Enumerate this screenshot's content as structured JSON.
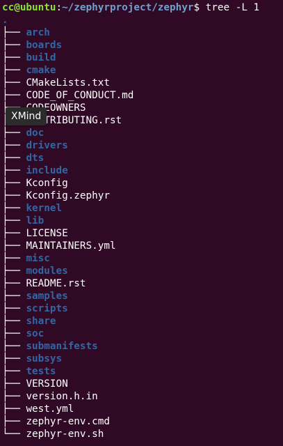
{
  "prompt": {
    "user_host": "cc@ubuntu",
    "sep": ":",
    "path": "~/zephyrproject/zephyr",
    "dollar": "$",
    "command": " tree -L 1"
  },
  "tree": {
    "root": ".",
    "branch_mid": "├── ",
    "branch_last": "└── ",
    "entries": [
      {
        "name": "arch",
        "type": "dir"
      },
      {
        "name": "boards",
        "type": "dir"
      },
      {
        "name": "build",
        "type": "dir"
      },
      {
        "name": "cmake",
        "type": "dir"
      },
      {
        "name": "CMakeLists.txt",
        "type": "file"
      },
      {
        "name": "CODE_OF_CONDUCT.md",
        "type": "file"
      },
      {
        "name": "CODEOWNERS",
        "type": "file"
      },
      {
        "name": "CONTRIBUTING.rst",
        "type": "file"
      },
      {
        "name": "doc",
        "type": "dir"
      },
      {
        "name": "drivers",
        "type": "dir"
      },
      {
        "name": "dts",
        "type": "dir"
      },
      {
        "name": "include",
        "type": "dir"
      },
      {
        "name": "Kconfig",
        "type": "file"
      },
      {
        "name": "Kconfig.zephyr",
        "type": "file"
      },
      {
        "name": "kernel",
        "type": "dir"
      },
      {
        "name": "lib",
        "type": "dir"
      },
      {
        "name": "LICENSE",
        "type": "file"
      },
      {
        "name": "MAINTAINERS.yml",
        "type": "file"
      },
      {
        "name": "misc",
        "type": "dir"
      },
      {
        "name": "modules",
        "type": "dir"
      },
      {
        "name": "README.rst",
        "type": "file"
      },
      {
        "name": "samples",
        "type": "dir"
      },
      {
        "name": "scripts",
        "type": "dir"
      },
      {
        "name": "share",
        "type": "dir"
      },
      {
        "name": "soc",
        "type": "dir"
      },
      {
        "name": "submanifests",
        "type": "dir"
      },
      {
        "name": "subsys",
        "type": "dir"
      },
      {
        "name": "tests",
        "type": "dir"
      },
      {
        "name": "VERSION",
        "type": "file"
      },
      {
        "name": "version.h.in",
        "type": "file"
      },
      {
        "name": "west.yml",
        "type": "file"
      },
      {
        "name": "zephyr-env.cmd",
        "type": "file"
      },
      {
        "name": "zephyr-env.sh",
        "type": "file"
      }
    ]
  },
  "tooltip": {
    "label": "XMind"
  },
  "colors": {
    "background": "#300a24",
    "prompt_user": "#8ae234",
    "prompt_path": "#729fcf",
    "directory": "#3465a4",
    "text": "#ffffff"
  }
}
